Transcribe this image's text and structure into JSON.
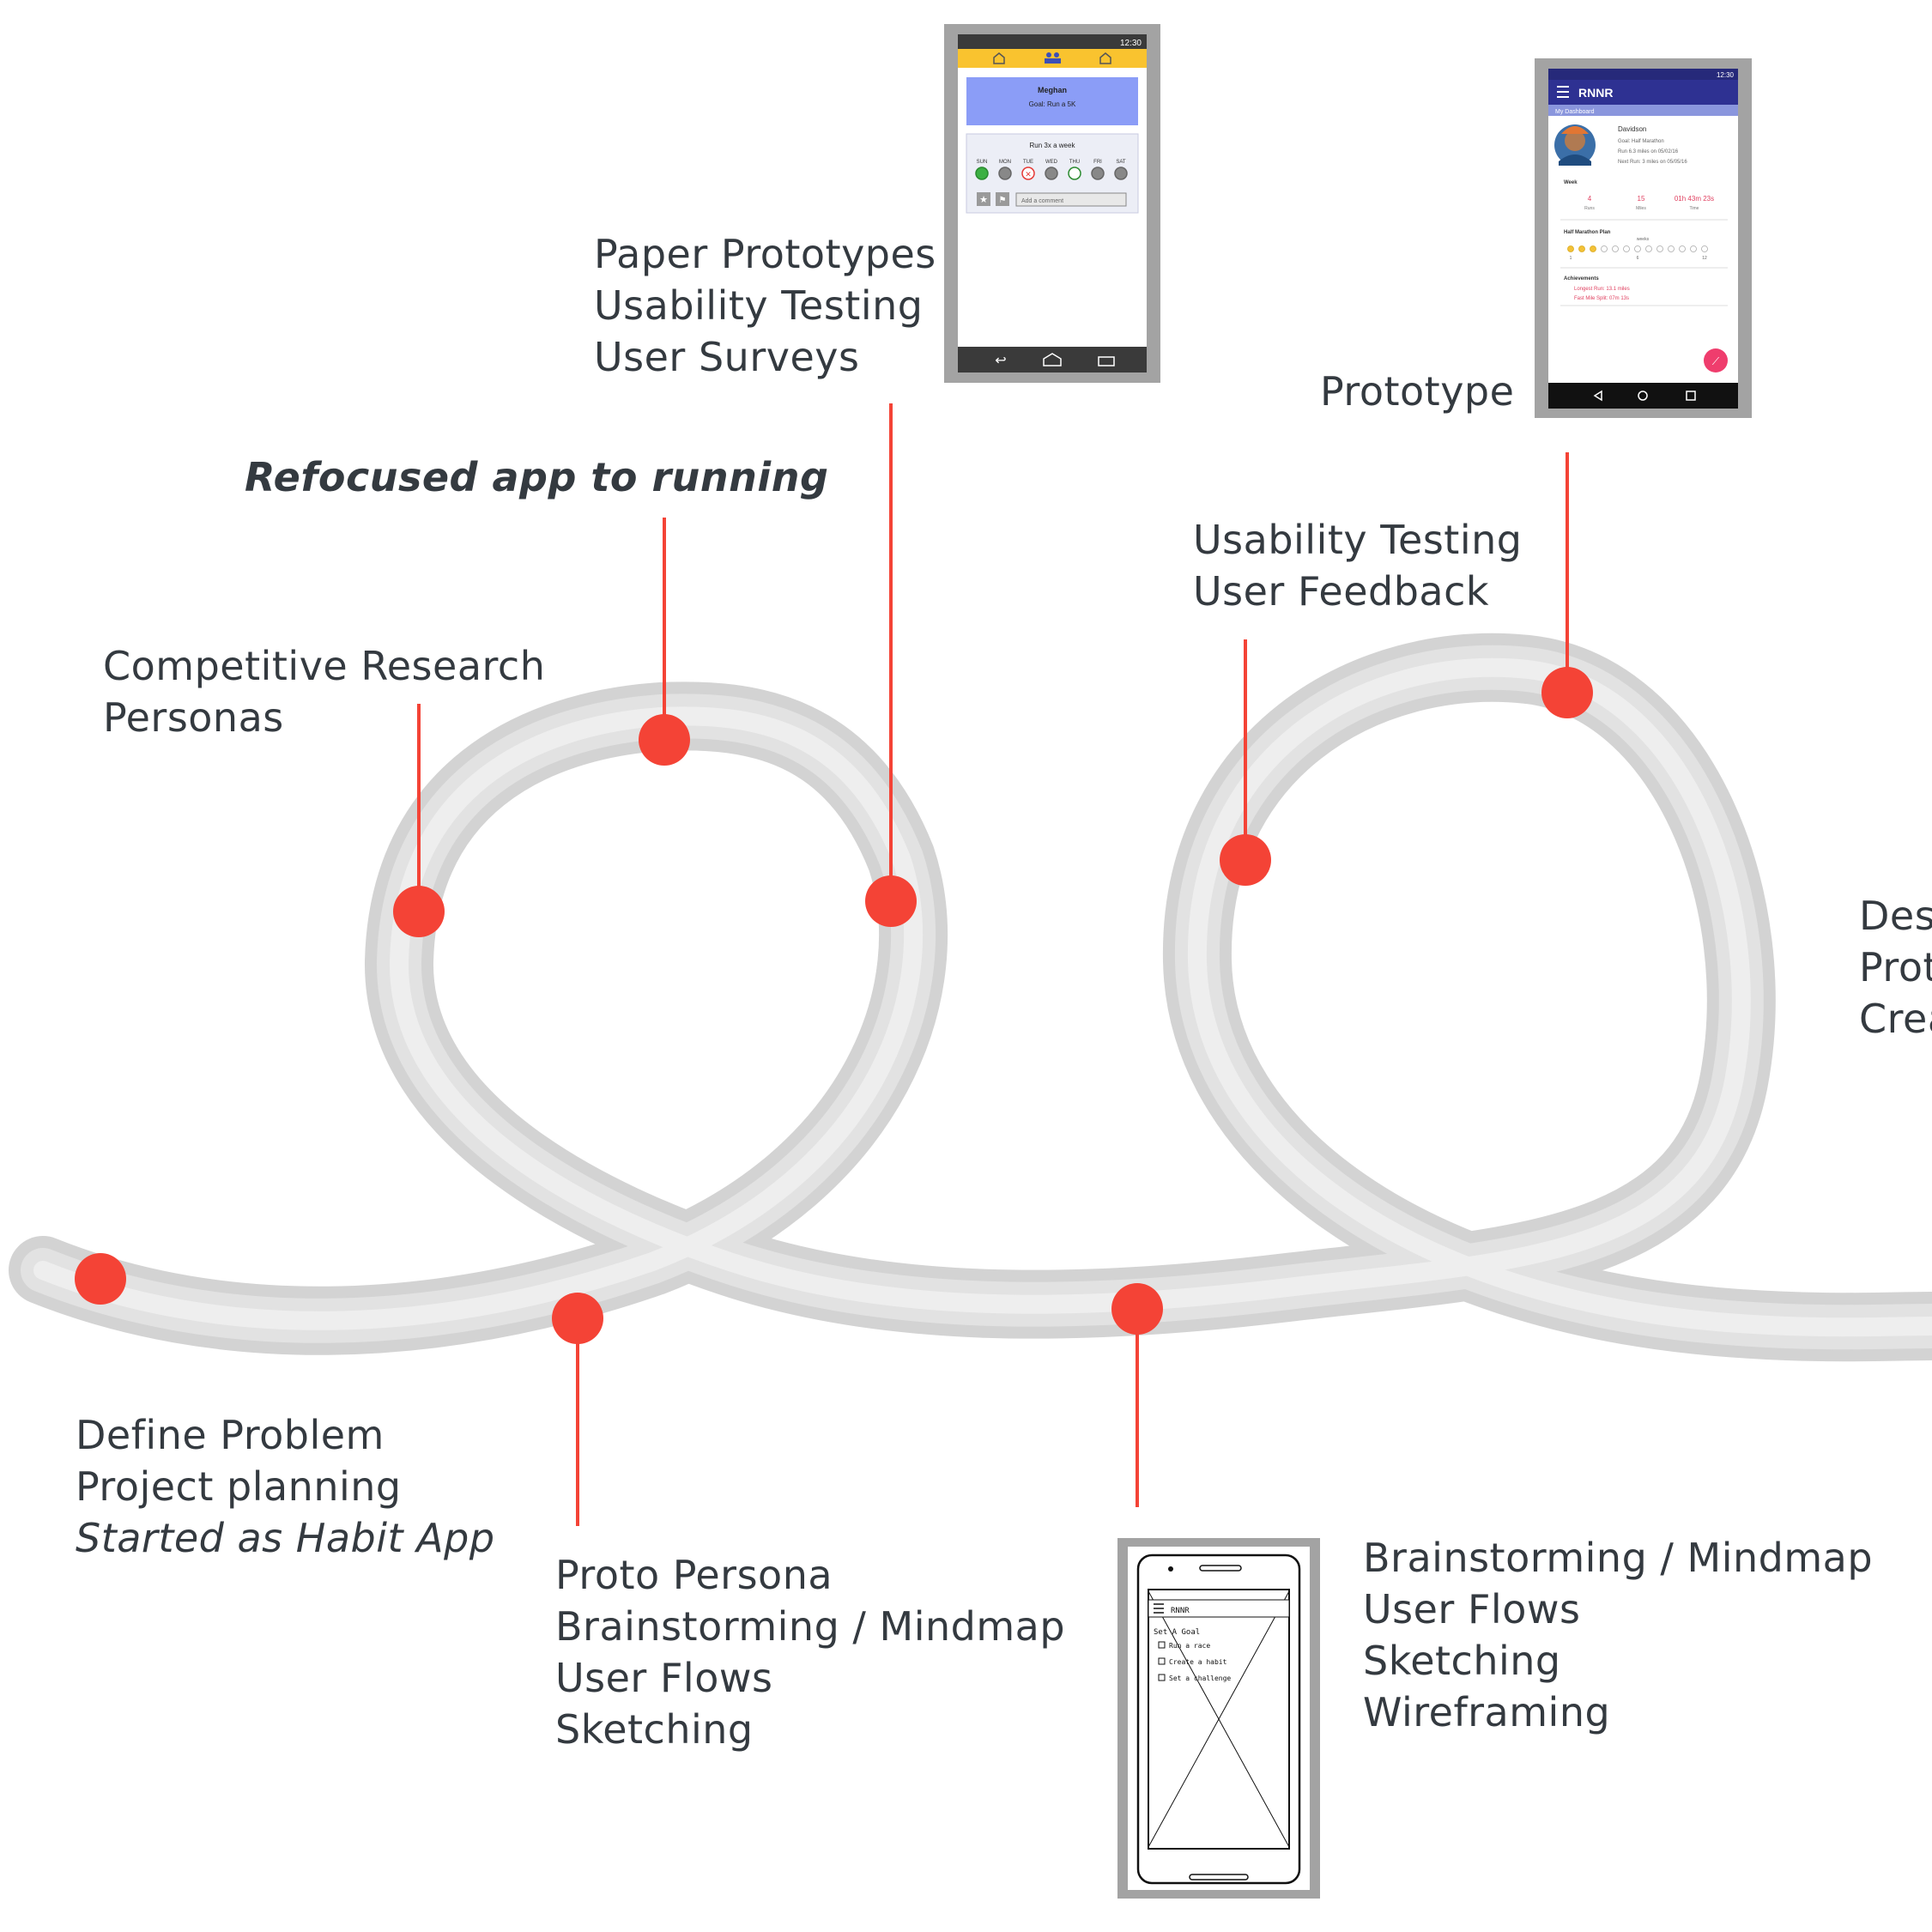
{
  "milestones": {
    "define": {
      "lines": [
        "Define Problem",
        "Project planning"
      ],
      "italic_line": "Started as Habit App"
    },
    "competitive": {
      "lines": [
        "Competitive Research",
        "Personas"
      ]
    },
    "refocused": {
      "text": "Refocused app to running"
    },
    "paper": {
      "lines": [
        "Paper Prototypes",
        "Usability Testing",
        "User Surveys"
      ]
    },
    "proto_persona": {
      "lines": [
        "Proto Persona",
        "Brainstorming / Mindmap",
        "User Flows",
        "Sketching"
      ]
    },
    "wireframing": {
      "lines": [
        "Brainstorming / Mindmap",
        "User Flows",
        "Sketching",
        "Wireframing"
      ]
    },
    "usability2": {
      "lines": [
        "Usability Testing",
        "User Feedback"
      ]
    },
    "prototype": {
      "text": "Prototype"
    },
    "design_cut": {
      "lines": [
        "Des",
        "Prot",
        "Crea"
      ]
    }
  },
  "paper_phone": {
    "status_time": "12:30",
    "card_name": "Meghan",
    "card_goal": "Goal: Run a 5K",
    "habit_title": "Run 3x a week",
    "days": [
      "SUN",
      "MON",
      "TUE",
      "WED",
      "THU",
      "FRI",
      "SAT"
    ],
    "comment_placeholder": "Add a comment"
  },
  "rnnr_phone": {
    "status_time": "12:30",
    "app_title": "RNNR",
    "subtitle": "My Dashboard",
    "user_name": "Davidson",
    "user_goal": "Goal: Half Marathon",
    "user_line1": "Run 6.3 miles on 05/02/16",
    "user_line2": "Next Run: 3 miles on 05/05/16",
    "week_label": "Week",
    "stats": [
      {
        "value": "4",
        "label": "Runs"
      },
      {
        "value": "15",
        "label": "Miles"
      },
      {
        "value": "01h 43m 23s",
        "label": "Time"
      }
    ],
    "plan_label": "Half Marathon Plan",
    "plan_sub": "weeks",
    "plan_marks": [
      "1",
      "6",
      "12"
    ],
    "achievements_label": "Achievements",
    "achievement1": "Longest Run: 13.1 miles",
    "achievement2": "Fast Mile Split: 07m 13s"
  },
  "wireframe_phone": {
    "app_title": "RNNR",
    "heading": "Set A Goal",
    "options": [
      "Run a race",
      "Create a habit",
      "Set a challenge"
    ]
  },
  "colors": {
    "accent": "#f44336",
    "ribbon": "#d6d6d6",
    "text": "#343a40"
  }
}
